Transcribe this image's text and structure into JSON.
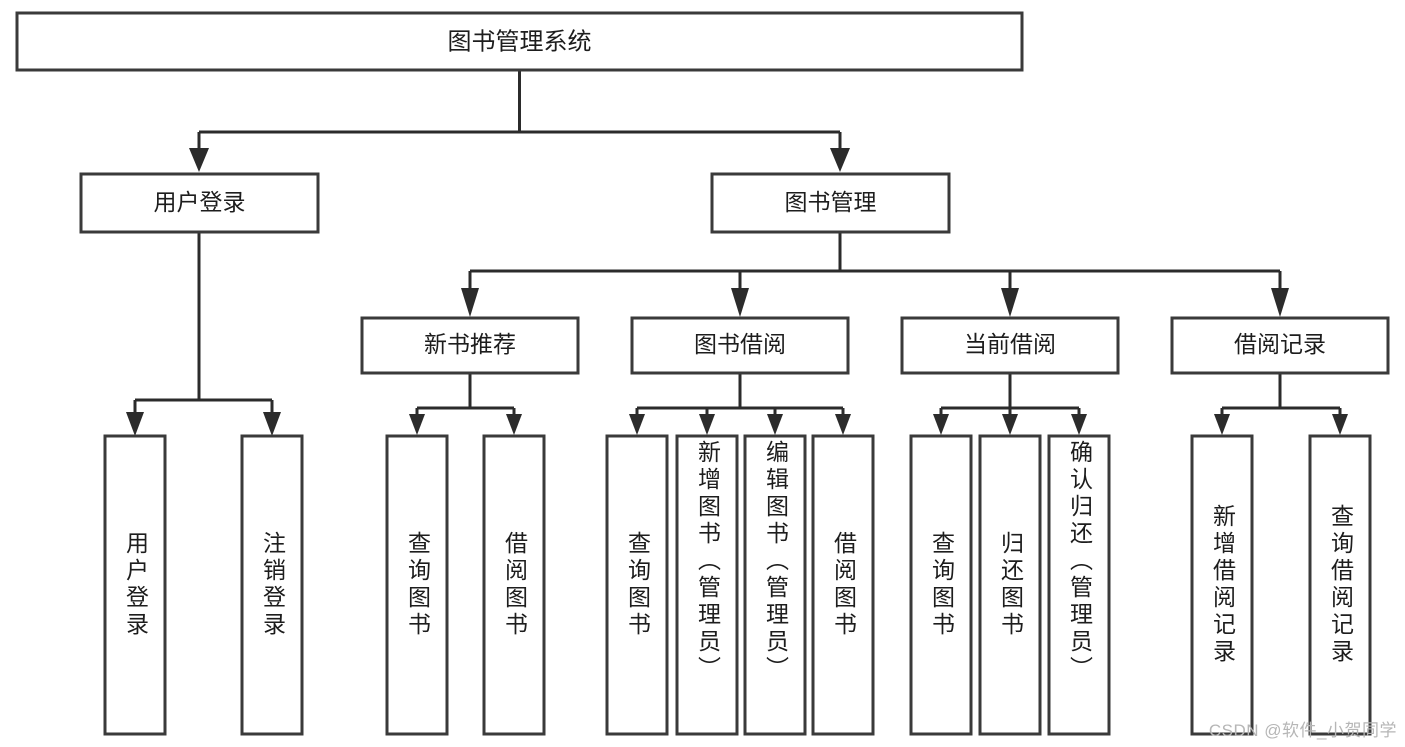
{
  "diagram": {
    "type": "tree",
    "title": "图书管理系统",
    "watermark": "CSDN @软件_小贺同学",
    "colors": {
      "box_stroke": "#3a3a3a",
      "connector": "#2b2b2b",
      "background": "#ffffff",
      "text": "#1d1d1d",
      "watermark": "#b6b6b6"
    },
    "root": {
      "label": "图书管理系统"
    },
    "level1": [
      {
        "label": "用户登录"
      },
      {
        "label": "图书管理"
      }
    ],
    "level2": [
      {
        "label": "新书推荐"
      },
      {
        "label": "图书借阅"
      },
      {
        "label": "当前借阅"
      },
      {
        "label": "借阅记录"
      }
    ],
    "leaves": {
      "user_login": [
        {
          "label": "用户登录"
        },
        {
          "label": "注销登录"
        }
      ],
      "new_book_recommend": [
        {
          "label": "查询图书"
        },
        {
          "label": "借阅图书"
        }
      ],
      "book_borrow": [
        {
          "label": "查询图书"
        },
        {
          "label": "新增图书（管理员）"
        },
        {
          "label": "编辑图书（管理员）"
        },
        {
          "label": "借阅图书"
        }
      ],
      "current_borrow": [
        {
          "label": "查询图书"
        },
        {
          "label": "归还图书"
        },
        {
          "label": "确认归还（管理员）"
        }
      ],
      "borrow_record": [
        {
          "label": "新增借阅记录"
        },
        {
          "label": "查询借阅记录"
        }
      ]
    }
  }
}
